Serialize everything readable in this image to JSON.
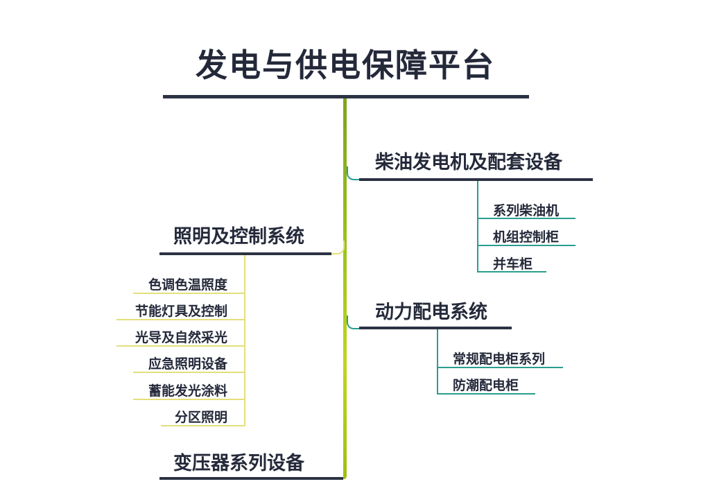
{
  "title": "发电与供电保障平台",
  "branches": {
    "diesel": {
      "label": "柴油发电机及配套设备",
      "items": [
        "系列柴油机",
        "机组控制柜",
        "并车柜"
      ]
    },
    "lighting": {
      "label": "照明及控制系统",
      "items": [
        "色调色温照度",
        "节能灯具及控制",
        "光导及自然采光",
        "应急照明设备",
        "蓄能发光涂料",
        "分区照明"
      ]
    },
    "power": {
      "label": "动力配电系统",
      "items": [
        "常规配电柜系列",
        "防潮配电柜"
      ]
    },
    "transformer": {
      "label": "变压器系列设备"
    }
  },
  "colors": {
    "text": "#24293a",
    "main_line": "#2c3243",
    "trunk": "#9dc31c",
    "right_leaf_line": "#2a9d8f",
    "left_leaf_line": "#e3df7a"
  }
}
